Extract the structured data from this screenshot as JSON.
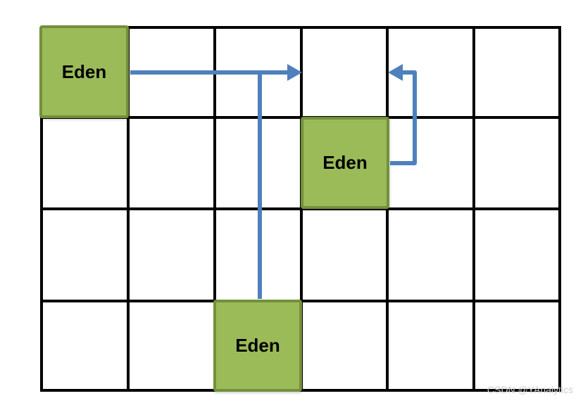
{
  "diagram": {
    "type": "grid-memory-diagram",
    "grid": {
      "rows": 4,
      "columns": 6
    },
    "cells": [
      {
        "label": "Eden",
        "row": 1,
        "col": 1
      },
      {
        "label": "Eden",
        "row": 2,
        "col": 4
      },
      {
        "label": "Eden",
        "row": 4,
        "col": 3
      }
    ],
    "arrows": [
      {
        "from": "eden-cell-top-left",
        "direction": "right",
        "arrowhead_at": "row 1, col 4 left edge"
      },
      {
        "from": "horizontal-arrow",
        "direction": "down",
        "connects_to": "eden-cell-bottom"
      },
      {
        "from": "eden-cell-middle",
        "direction": "up-then-left",
        "arrowhead_at": "row 1, col 4 right edge"
      }
    ],
    "colors": {
      "cell_fill": "#9BBB59",
      "cell_border": "#73903B",
      "arrow": "#4E80BC",
      "grid_line": "#000000",
      "background": "#FFFFFF",
      "watermark_text": "#CFCFCF"
    },
    "watermark": "CSDN @YAnalytics"
  }
}
